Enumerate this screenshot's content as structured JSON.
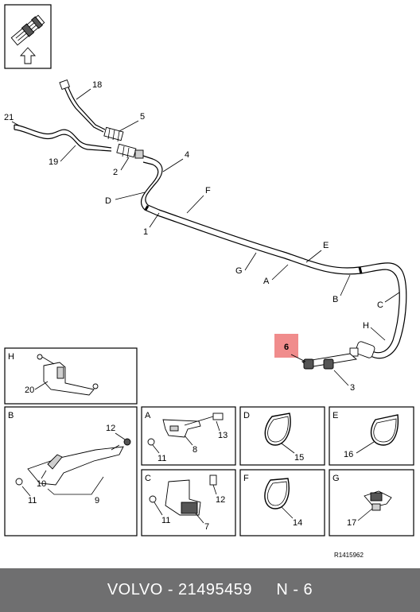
{
  "footer": {
    "text": "VOLVO - 21495459     N - 6"
  },
  "reference_code": "R1415962",
  "highlight_color": "#f08c8c",
  "callouts": {
    "c1": "1",
    "c2": "2",
    "c3": "3",
    "c4": "4",
    "c5": "5",
    "c6": "6",
    "c18": "18",
    "c19": "19",
    "c21": "21",
    "cA": "A",
    "cB": "B",
    "cC": "C",
    "cD": "D",
    "cE": "E",
    "cF": "F",
    "cG": "G",
    "cH": "H"
  },
  "insets": {
    "H": {
      "letter": "H",
      "parts": [
        "20"
      ]
    },
    "B": {
      "letter": "B",
      "parts": [
        "12",
        "10",
        "11",
        "9"
      ]
    },
    "A": {
      "letter": "A",
      "parts": [
        "13",
        "8",
        "11"
      ]
    },
    "C": {
      "letter": "C",
      "parts": [
        "12",
        "11",
        "7"
      ]
    },
    "D": {
      "letter": "D",
      "parts": [
        "15"
      ]
    },
    "E": {
      "letter": "E",
      "parts": [
        "16"
      ]
    },
    "F": {
      "letter": "F",
      "parts": [
        "14"
      ]
    },
    "G": {
      "letter": "G",
      "parts": [
        "17"
      ]
    }
  }
}
